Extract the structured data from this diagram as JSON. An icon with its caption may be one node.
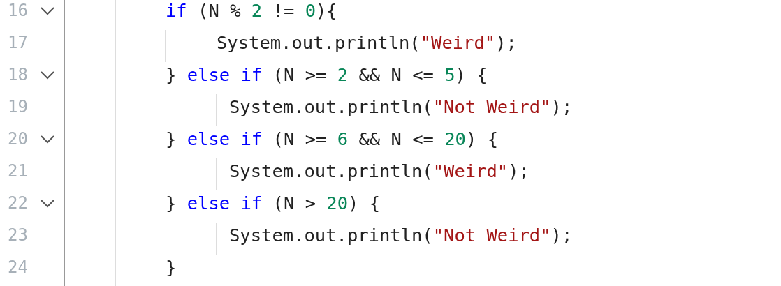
{
  "diagram": {
    "labels": [
      "16",
      "if (N % 2 != 0){",
      "17",
      "System.out.println(\"Weird\");",
      "18",
      "} else if (N >= 2 && N <= 5) {",
      "19",
      "System.out.println(\"Not Weird\");",
      "20",
      "} else if (N >= 6 && N <= 20) {",
      "21",
      "System.out.println(\"Weird\");",
      "22",
      "} else if (N > 20) {",
      "23",
      "System.out.println(\"Not Weird\");",
      "24",
      "}"
    ]
  }
}
